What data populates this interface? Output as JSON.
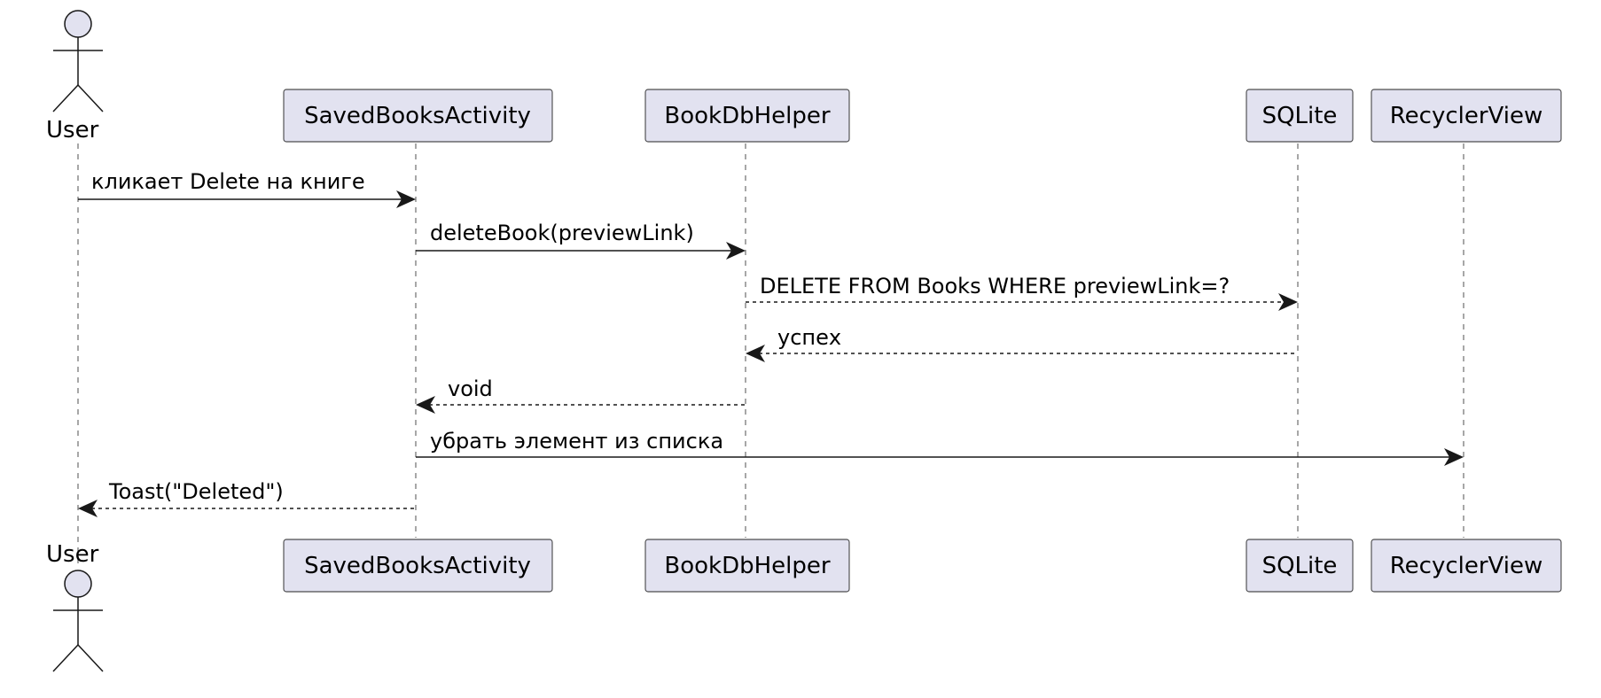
{
  "diagram": {
    "actor": {
      "name": "User"
    },
    "participants": [
      {
        "id": "activity",
        "name": "SavedBooksActivity"
      },
      {
        "id": "helper",
        "name": "BookDbHelper"
      },
      {
        "id": "sqlite",
        "name": "SQLite"
      },
      {
        "id": "recycler",
        "name": "RecyclerView"
      }
    ],
    "messages": [
      {
        "from": "user",
        "to": "activity",
        "label": "кликает Delete на книге",
        "style": "solid"
      },
      {
        "from": "activity",
        "to": "helper",
        "label": "deleteBook(previewLink)",
        "style": "solid"
      },
      {
        "from": "helper",
        "to": "sqlite",
        "label": "DELETE FROM Books WHERE previewLink=?",
        "style": "dashed"
      },
      {
        "from": "sqlite",
        "to": "helper",
        "label": "успех",
        "style": "dashed"
      },
      {
        "from": "helper",
        "to": "activity",
        "label": "void",
        "style": "dashed"
      },
      {
        "from": "activity",
        "to": "recycler",
        "label": "убрать элемент из списка",
        "style": "solid"
      },
      {
        "from": "activity",
        "to": "user",
        "label": "Toast(\"Deleted\")",
        "style": "dashed"
      }
    ]
  }
}
